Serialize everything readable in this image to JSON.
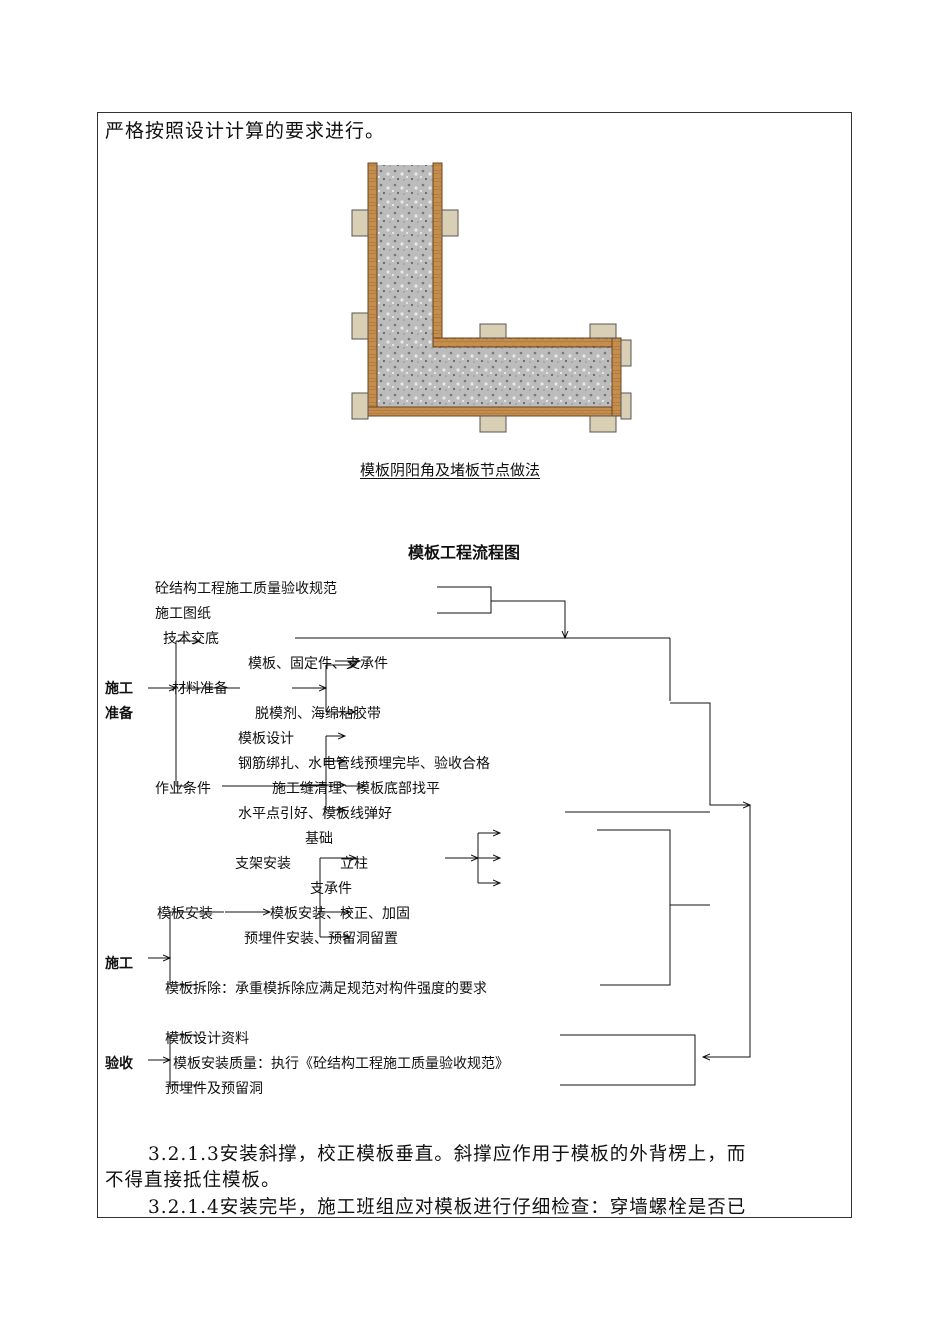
{
  "intro_text": "严格按照设计计算的要求进行。",
  "figure": {
    "caption": "模板阴阳角及堵板节点做法",
    "colors": {
      "concrete": "#b8b8b8",
      "wood": "#c08a4a",
      "wood_edge": "#6b4420",
      "block": "#d9cfb4"
    }
  },
  "flowchart": {
    "title": "模板工程流程图",
    "sections": {
      "prep": "施工准备",
      "prep_line1": "施工",
      "prep_line2": "准备",
      "construction": "施工",
      "acceptance": "验收"
    },
    "prep_items": {
      "spec": "砼结构工程施工质量验收规范",
      "drawings": "施工图纸",
      "briefing": "技术交底",
      "materials": "材料准备",
      "materials_a": "模板、固定件、支承件",
      "materials_b": "脱模剂、海绵粘胶带",
      "conditions": "作业条件",
      "cond_a": "模板设计",
      "cond_b": "钢筋绑扎、水电管线预埋完毕、验收合格",
      "cond_c": "施工缝清理、模板底部找平",
      "cond_d": "水平点引好、模板线弹好"
    },
    "construction_items": {
      "support_install": "支架安装",
      "base": "基础",
      "column": "立柱",
      "bearing": "支承件",
      "formwork_install": "模板安装",
      "formwork_adjust": "模板安装、校正、加固",
      "embedded": "预埋件安装、预留洞留置",
      "removal": "模板拆除：承重模拆除应满足规范对构件强度的要求"
    },
    "acceptance_items": {
      "design_docs": "模板设计资料",
      "quality": "模板安装质量：执行《砼结构工程施工质量验收规范》",
      "embedded": "预埋件及预留洞"
    }
  },
  "paragraphs": {
    "p1_line1": "3.2.1.3安装斜撑，校正模板垂直。斜撑应作用于模板的外背楞上，而",
    "p1_line2": "不得直接抵住模板。",
    "p2_line1": "3.2.1.4安装完毕，施工班组应对模板进行仔细检查：穿墙螺栓是否已"
  }
}
